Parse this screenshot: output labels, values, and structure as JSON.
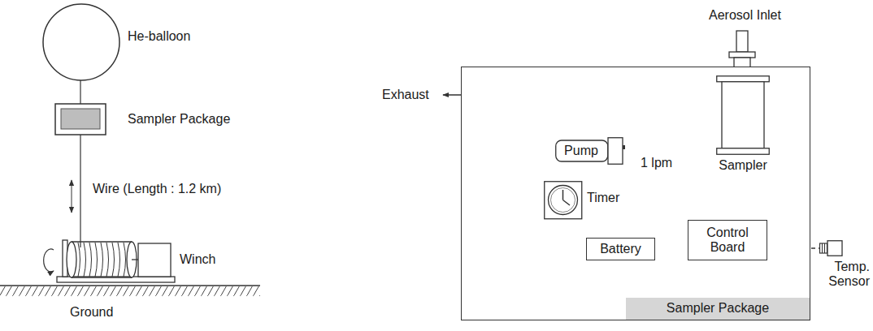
{
  "diagram": {
    "nodes": [
      {
        "text": [
          "Sampler Package"
        ]
      },
      {
        "text": [
          "Pump"
        ],
        "in": 0
      },
      {
        "text": [
          "Timer"
        ],
        "in": 0
      },
      {
        "text": [
          "Battery"
        ],
        "in": 0
      },
      {
        "text": [
          "Control Board"
        ],
        "in": 0
      },
      {
        "text": [
          "Sampler"
        ],
        "in": 0
      },
      {
        "text": [
          "Temp. Sensor"
        ]
      }
    ],
    "edges": [
      {
        "from": 5,
        "to": 1,
        "arrow": "to",
        "label": "1 lpm"
      },
      {
        "from": 1,
        "to": 2,
        "arrow": "none"
      },
      {
        "from": 2,
        "to": 3,
        "arrow": "none"
      },
      {
        "from": 3,
        "to": 4,
        "arrow": "none"
      },
      {
        "from": 4,
        "to": 6,
        "arrow": "none"
      }
    ],
    "labels": [
      "He-balloon",
      "Sampler Package",
      "Wire (Length : 1.2 km)",
      "Winch",
      "Ground",
      "Exhaust",
      "Aerosol Inlet"
    ]
  }
}
